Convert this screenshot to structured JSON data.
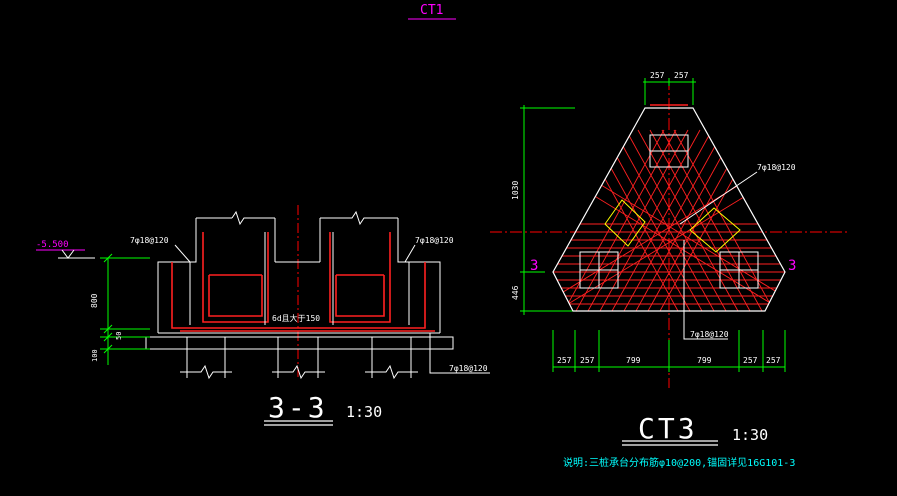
{
  "colors": {
    "background": "#000000",
    "outline": "#ffffff",
    "rebar": "#ff2020",
    "dimension": "#00ff00",
    "annotation": "#ffffff",
    "magenta": "#ff00ff",
    "cyan": "#00ffff",
    "centerline": "#ff0000",
    "hatch_yellow": "#ffff00"
  },
  "drawing": {
    "top_label": "CT1",
    "section_3_3": {
      "elevation": "-5.500",
      "rebar_left": "7φ18@120",
      "rebar_right": "7φ18@120",
      "rebar_bottom": "7φ18@120",
      "anchor_note": "6d且大于150",
      "dim_height": "800",
      "dim_cover": "50",
      "dim_cushion": "100",
      "title": "3-3",
      "scale": "1:30"
    },
    "plan_ct3": {
      "rebar_top": "7φ18@120",
      "rebar_bottom": "7φ18@120",
      "dim_top_left": "257",
      "dim_top_right": "257",
      "dim_vertical_upper": "1030",
      "dim_vertical_lower": "446",
      "dims_bottom": [
        "257",
        "257",
        "799",
        "799",
        "257",
        "257"
      ],
      "cut_mark_left": "3",
      "cut_mark_right": "3",
      "title": "CT3",
      "scale": "1:30",
      "note": "说明:三桩承台分布筋φ10@200,锚固详见16G101-3"
    }
  }
}
